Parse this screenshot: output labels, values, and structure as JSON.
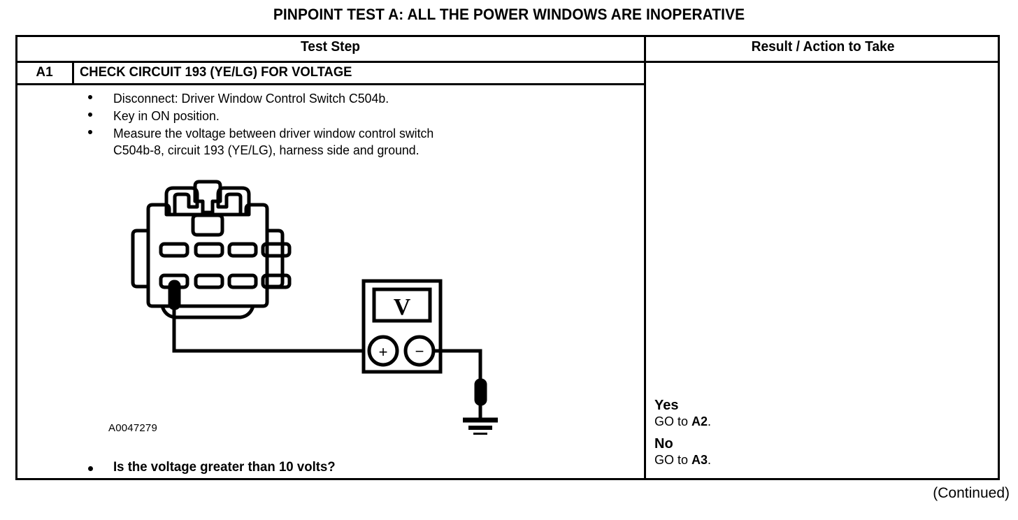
{
  "document": {
    "title": "PINPOINT TEST A: ALL THE POWER WINDOWS ARE INOPERATIVE",
    "footer_note": "(Continued)"
  },
  "table": {
    "headers": {
      "test_step": "Test Step",
      "result_action": "Result / Action to Take"
    },
    "step": {
      "id": "A1",
      "title": "CHECK CIRCUIT 193 (YE/LG) FOR VOLTAGE",
      "bullets": [
        {
          "line1": "Disconnect: Driver Window Control Switch C504b.",
          "line2": ""
        },
        {
          "line1": "Key in ON position.",
          "line2": ""
        },
        {
          "line1": "Measure the voltage between driver window control switch",
          "line2": "C504b-8, circuit 193 (YE/LG), harness side and ground."
        }
      ],
      "figure": {
        "id": "A0047279",
        "meter_display": "V",
        "meter_positive": "+",
        "meter_negative": "−"
      },
      "question": "Is the voltage greater than 10 volts?"
    },
    "results": [
      {
        "label": "Yes",
        "action_prefix": "GO to ",
        "action_target": "A2",
        "action_suffix": "."
      },
      {
        "label": "No",
        "action_prefix": "GO to ",
        "action_target": "A3",
        "action_suffix": "."
      }
    ]
  },
  "colors": {
    "ink": "#000000",
    "paper": "#ffffff"
  }
}
